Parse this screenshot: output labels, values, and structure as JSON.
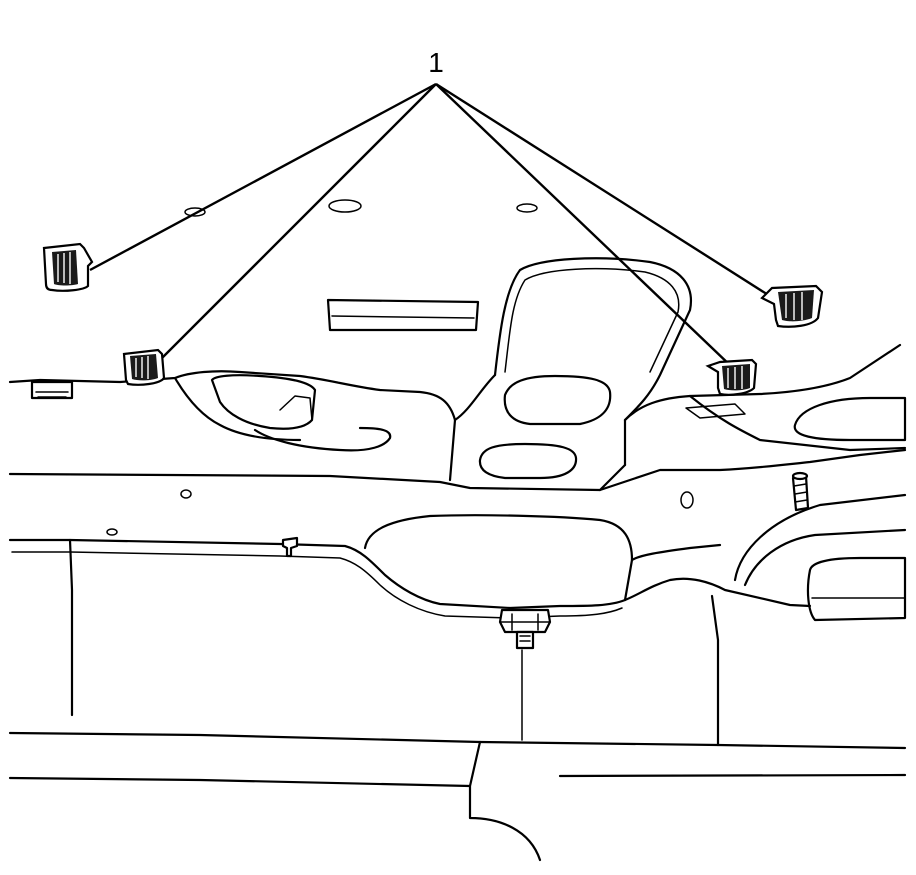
{
  "callout": {
    "label": "1",
    "target_count": 4
  },
  "parts": [
    {
      "name": "retainer-clip-left-outer"
    },
    {
      "name": "retainer-clip-left-inner"
    },
    {
      "name": "retainer-clip-right-inner"
    },
    {
      "name": "retainer-clip-right-outer"
    }
  ],
  "colors": {
    "line": "#000000",
    "background": "#ffffff"
  }
}
